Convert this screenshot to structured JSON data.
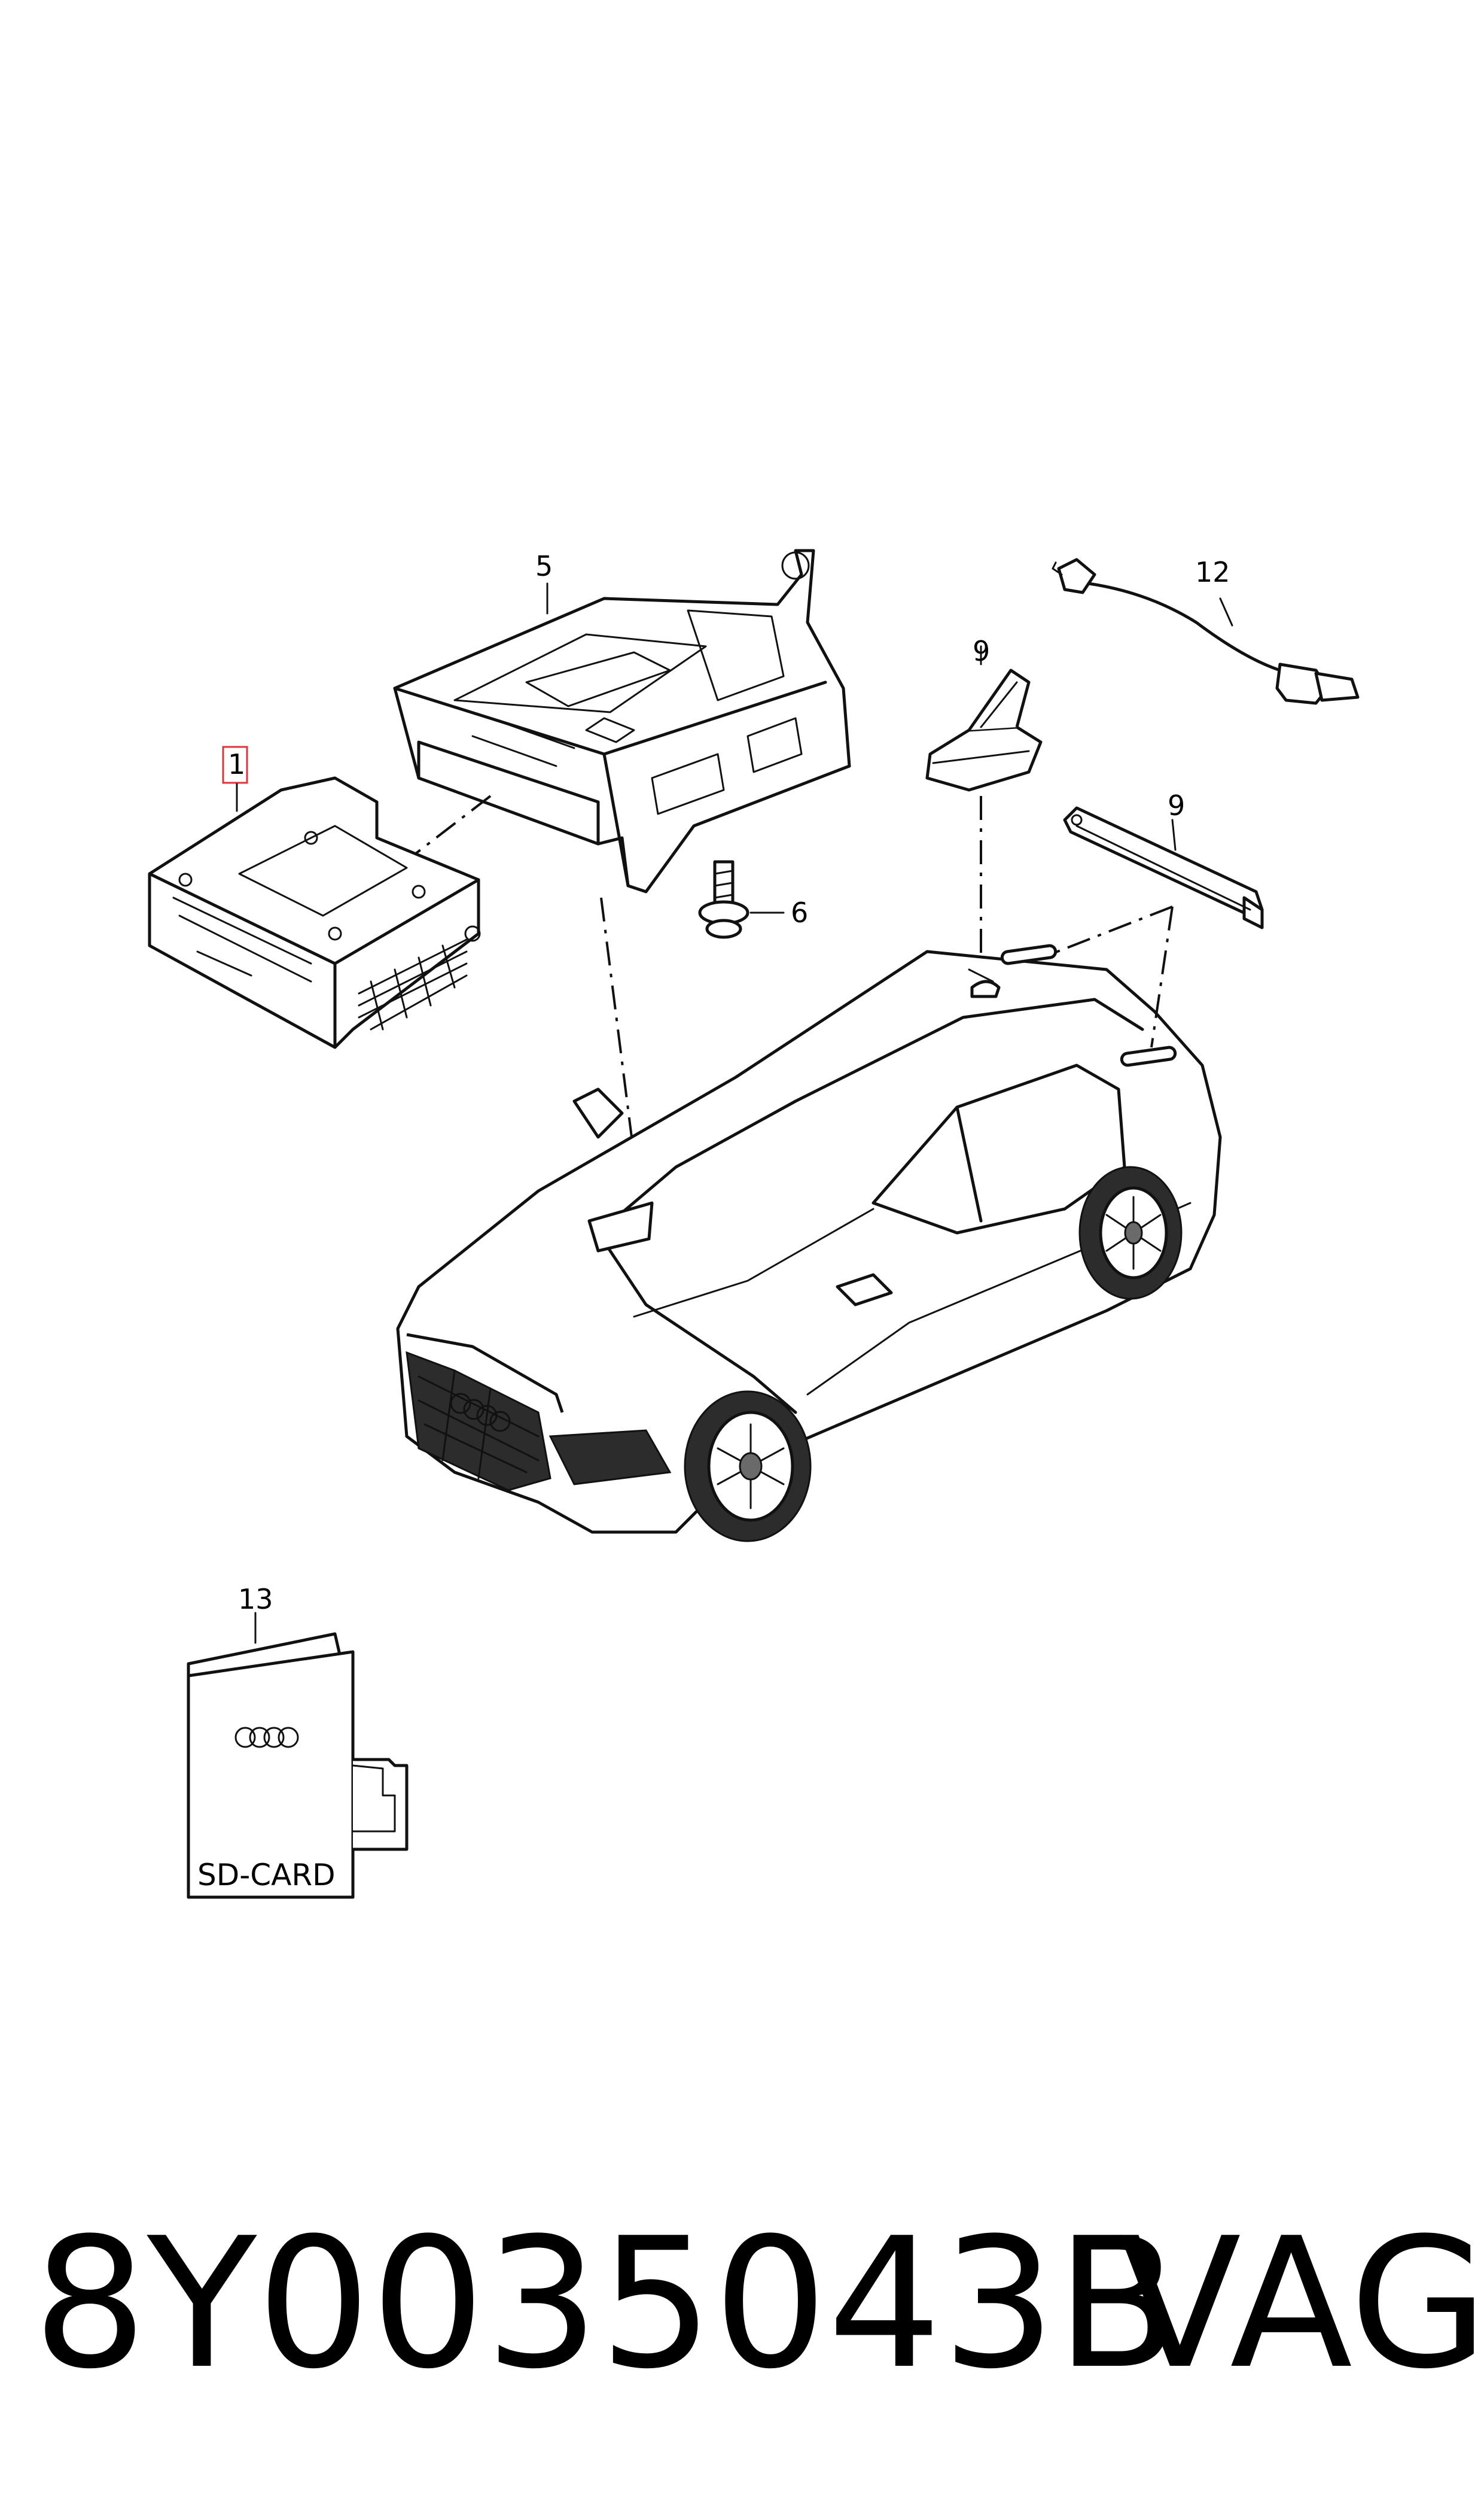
{
  "diagram": {
    "callouts": [
      {
        "id": "1",
        "highlighted": true
      },
      {
        "id": "5"
      },
      {
        "id": "6"
      },
      {
        "id": "9"
      },
      {
        "id": "9"
      },
      {
        "id": "12"
      },
      {
        "id": "13"
      }
    ],
    "sd_card_label": "SD-CARD",
    "highlight_color": "#d9353a"
  },
  "footer": {
    "part_number": "8Y0035043B",
    "brand": "VAG"
  }
}
